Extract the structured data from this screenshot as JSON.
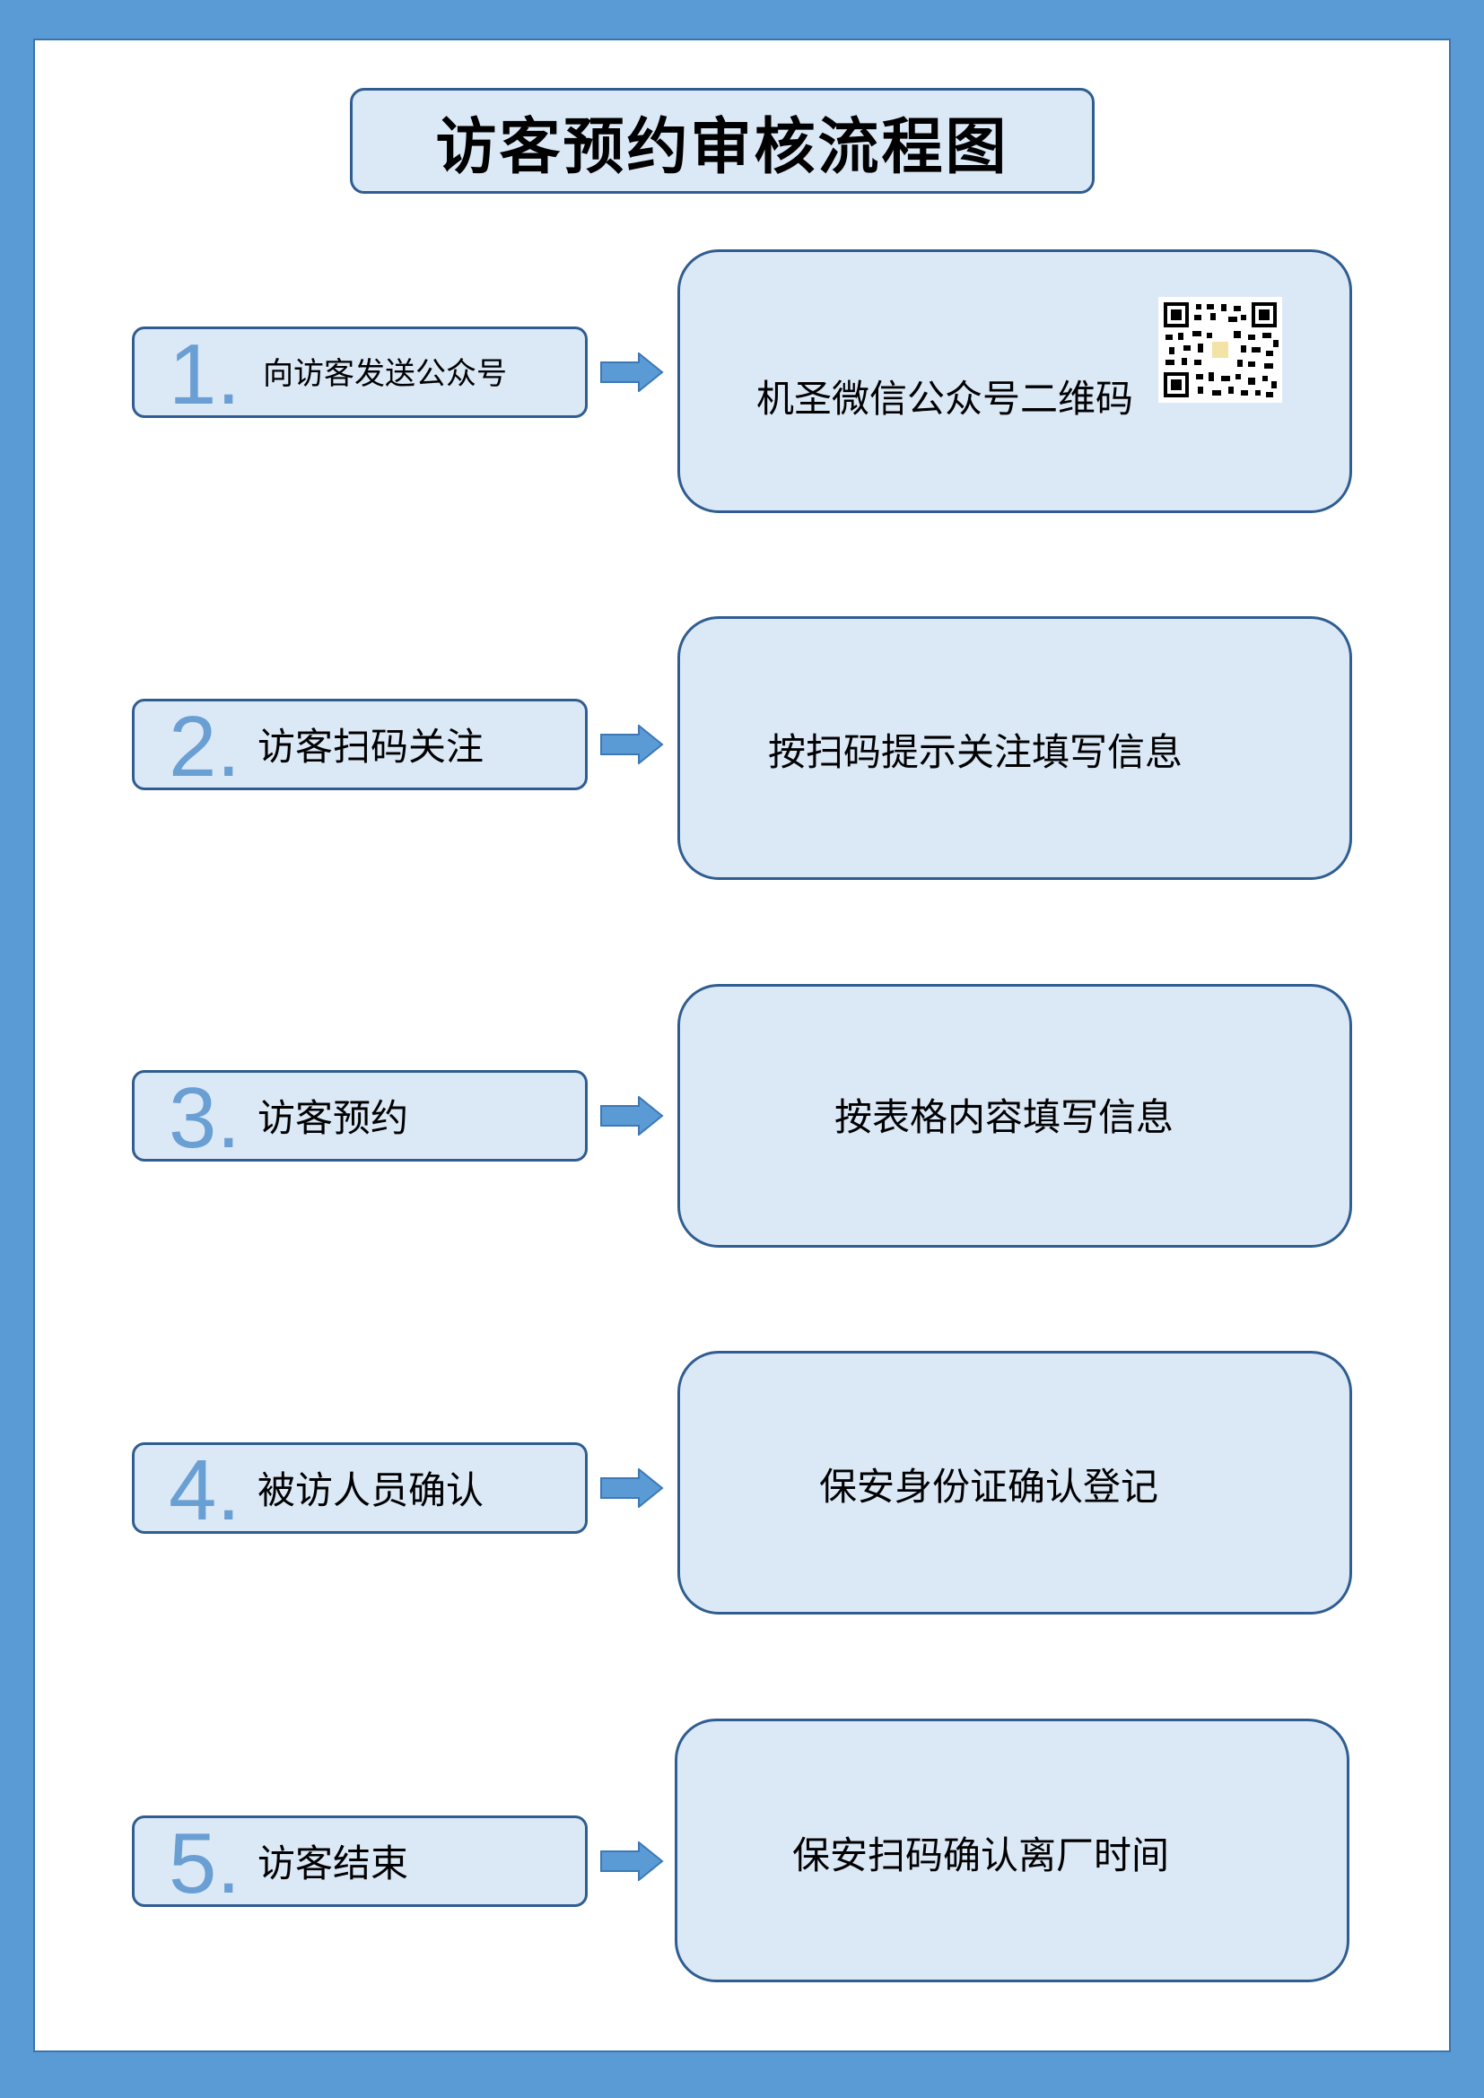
{
  "title": "访客预约审核流程图",
  "steps": [
    {
      "number": "1.",
      "label": "向访客发送公众号",
      "detail": "机圣微信公众号二维码"
    },
    {
      "number": "2.",
      "label": "访客扫码关注",
      "detail": "按扫码提示关注填写信息"
    },
    {
      "number": "3.",
      "label": "访客预约",
      "detail": "按表格内容填写信息"
    },
    {
      "number": "4.",
      "label": "被访人员确认",
      "detail": "保安身份证确认登记"
    },
    {
      "number": "5.",
      "label": "访客结束",
      "detail": "保安扫码确认离厂时间"
    }
  ],
  "colors": {
    "border": "#5b9bd5",
    "box_fill": "#dbe8f6",
    "box_stroke": "#2f5d91",
    "number": "#6a9fd4",
    "arrow": "#5b9bd5"
  },
  "icons": {
    "arrow": "right-arrow-icon",
    "qr": "qr-code-icon"
  }
}
